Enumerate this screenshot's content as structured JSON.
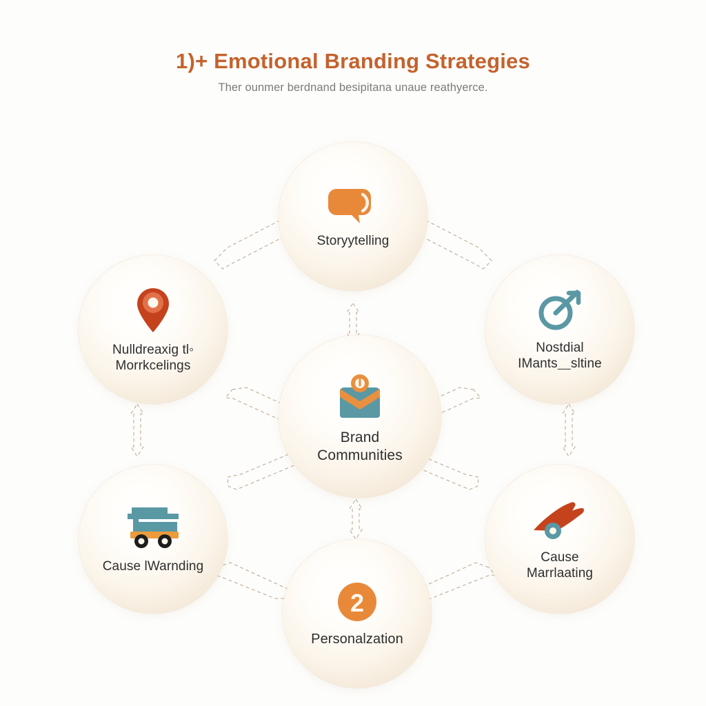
{
  "header": {
    "title": "1)+ Emotional Branding Strategies",
    "subtitle": "Ther ounmer berdnand besipitana unaue reathyerce."
  },
  "colors": {
    "background": "#fdfdfb",
    "title": "#c4622d",
    "subtitle": "#7b7b7b",
    "node_fill_center": "#ffffff",
    "node_fill_edge": "#efe0cd",
    "label_text": "#2e2e2e",
    "accent_orange": "#e8893a",
    "accent_teal": "#5a98a4",
    "accent_red": "#c4431d",
    "connector": "#b9a48c"
  },
  "diagram": {
    "type": "hub-and-spoke",
    "nodes": [
      {
        "id": "storytelling",
        "label": "Storyytelling",
        "icon": "speech-bubble-icon",
        "icon_color": "#e8893a",
        "position": "top",
        "size": "mid"
      },
      {
        "id": "nulldreaxig-morrkcelings",
        "label": "Nulldreaxig tl◦\nMorrkcelings",
        "icon": "location-pin-icon",
        "icon_color": "#c4431d",
        "position": "left-top",
        "size": "mid"
      },
      {
        "id": "nostdial-imants",
        "label": "Nostdial\nIMants⸏sltine",
        "icon": "target-arrow-icon",
        "icon_color": "#5a98a4",
        "position": "right-top",
        "size": "mid"
      },
      {
        "id": "brand-communities",
        "label": "Brand\nCommunities",
        "icon": "person-in-box-icon",
        "icon_color": "#5a98a4",
        "position": "center",
        "size": "big"
      },
      {
        "id": "cause-warnding",
        "label": "Cause l‌Warnding",
        "icon": "food-truck-icon",
        "icon_color": "#5a98a4",
        "position": "left-bottom",
        "size": "mid"
      },
      {
        "id": "cause-marrlaating",
        "label": "Cause\nMarrlaating",
        "icon": "ribbon-shape-icon",
        "icon_color": "#c4431d",
        "position": "right-bottom",
        "size": "mid"
      },
      {
        "id": "personalzation",
        "label": "Personalzation",
        "icon": "numbered-badge-icon",
        "icon_badge_number": "2",
        "icon_color": "#e8893a",
        "position": "bottom",
        "size": "mid"
      }
    ],
    "connectors": [
      {
        "from": "nulldreaxig-morrkcelings",
        "to": "storytelling",
        "style": "dashed-double-arrow"
      },
      {
        "from": "storytelling",
        "to": "nostdial-imants",
        "style": "dashed-double-arrow"
      },
      {
        "from": "storytelling",
        "to": "brand-communities",
        "style": "dashed-double-arrow"
      },
      {
        "from": "nulldreaxig-morrkcelings",
        "to": "brand-communities",
        "style": "dashed-double-arrow"
      },
      {
        "from": "brand-communities",
        "to": "nostdial-imants",
        "style": "dashed-double-arrow"
      },
      {
        "from": "nulldreaxig-morrkcelings",
        "to": "cause-warnding",
        "style": "dashed-double-arrow"
      },
      {
        "from": "nostdial-imants",
        "to": "cause-marrlaating",
        "style": "dashed-double-arrow"
      },
      {
        "from": "cause-warnding",
        "to": "brand-communities",
        "style": "dashed-double-arrow"
      },
      {
        "from": "brand-communities",
        "to": "cause-marrlaating",
        "style": "dashed-double-arrow"
      },
      {
        "from": "brand-communities",
        "to": "personalzation",
        "style": "dashed-double-arrow"
      },
      {
        "from": "cause-warnding",
        "to": "personalzation",
        "style": "dashed-double-arrow"
      },
      {
        "from": "personalzation",
        "to": "cause-marrlaating",
        "style": "dashed-double-arrow"
      }
    ]
  }
}
